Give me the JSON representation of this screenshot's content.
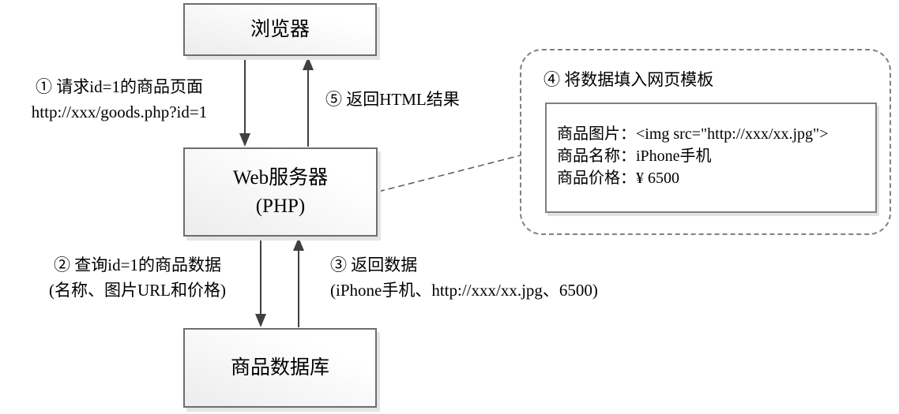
{
  "nodes": {
    "browser": {
      "label": "浏览器"
    },
    "server": {
      "line1": "Web服务器",
      "line2": "(PHP)"
    },
    "database": {
      "label": "商品数据库"
    }
  },
  "steps": {
    "step1": {
      "line1": "① 请求id=1的商品页面",
      "line2": "http://xxx/goods.php?id=1"
    },
    "step2": {
      "line1": "② 查询id=1的商品数据",
      "line2": "(名称、图片URL和价格)"
    },
    "step3": {
      "line1": "③ 返回数据",
      "line2": "(iPhone手机、http://xxx/xx.jpg、6500)"
    },
    "step4": {
      "title": "④ 将数据填入网页模板"
    },
    "step5": {
      "label": "⑤ 返回HTML结果"
    }
  },
  "template_box": {
    "line1": "商品图片：<img src=\"http://xxx/xx.jpg\">",
    "line2": "商品名称：iPhone手机",
    "line3": "商品价格：¥ 6500"
  },
  "colors": {
    "node_border": "#6e6e6e",
    "node_fill_top": "#ffffff",
    "node_fill_bottom": "#ececec",
    "arrow": "#404040",
    "dashed_border": "#808080",
    "shadow": "#e4e4e4",
    "text": "#000000"
  }
}
